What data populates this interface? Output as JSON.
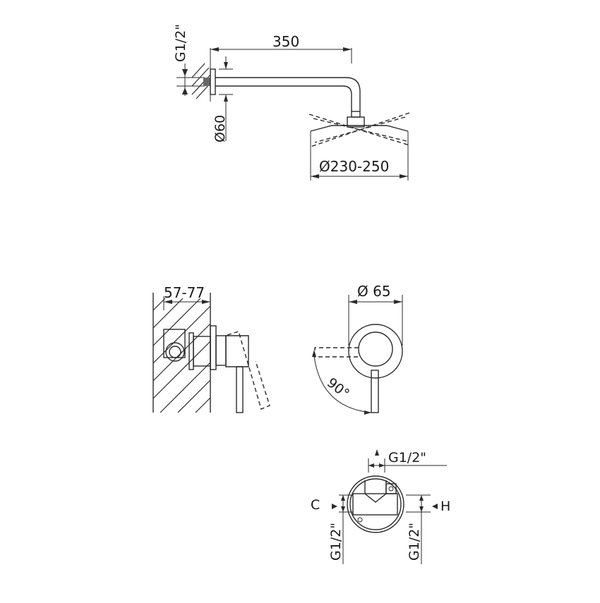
{
  "drawing": {
    "background": "#ffffff",
    "line_color": "#2a2a2a",
    "views": {
      "shower_arm": {
        "inlet_thread": "G1/2\"",
        "arm_length": "350",
        "flange_diameter": "Ø60",
        "head_diameter": "Ø230-250"
      },
      "mixer_side": {
        "wall_depth": "57-77"
      },
      "mixer_front": {
        "plate_diameter": "Ø 65",
        "lever_rotation": "90°"
      },
      "mixer_body": {
        "top_thread": "G1/2\"",
        "cold_label": "C",
        "hot_label": "H",
        "left_thread": "G1/2\"",
        "right_thread": "G1/2\""
      }
    }
  }
}
